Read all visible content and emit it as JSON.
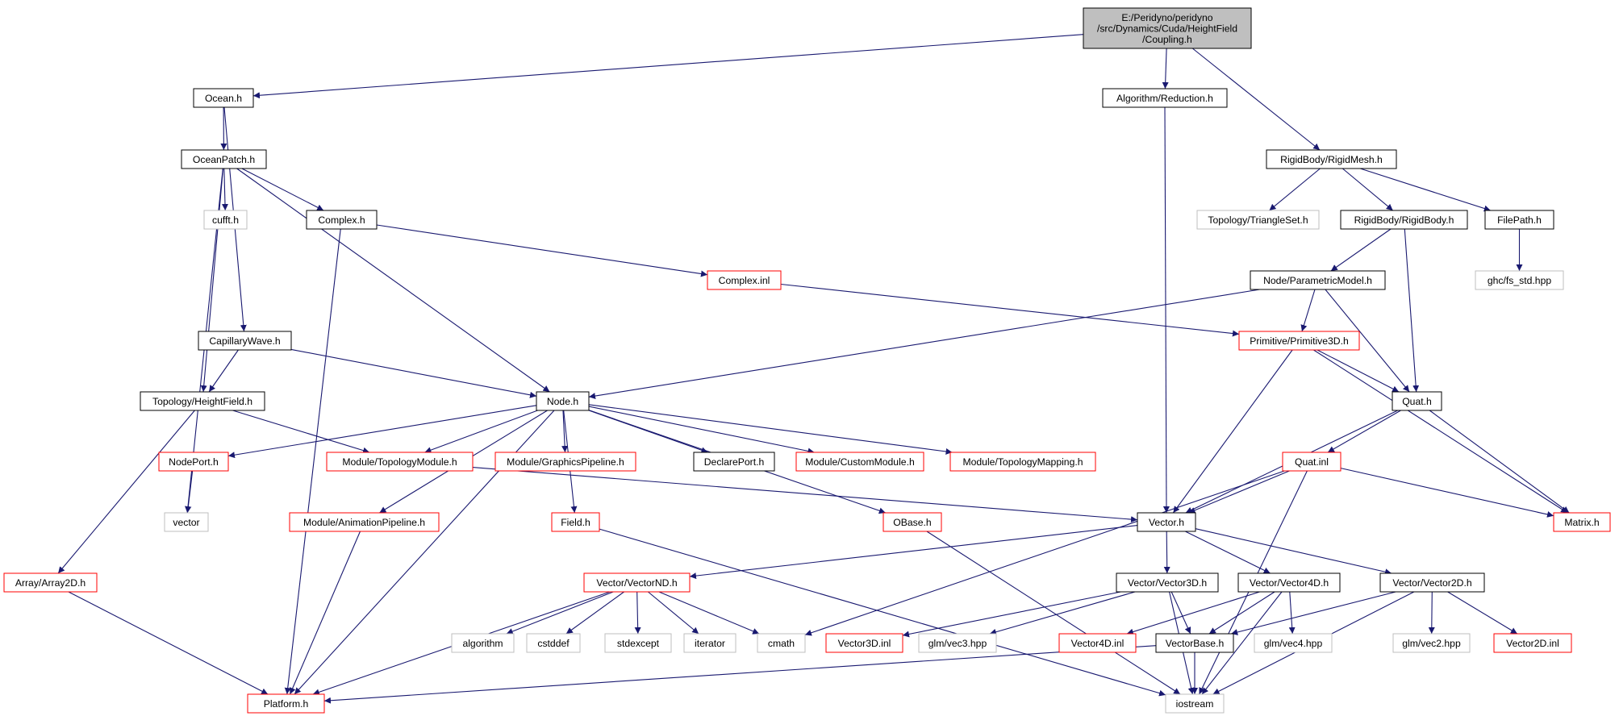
{
  "graph": {
    "root": "E:/Peridyno/peridyno/src/Dynamics/Cuda/HeightField/Coupling.h",
    "colors": {
      "edge": "#191970",
      "documented_border": "#000000",
      "partial_border": "#ff0000",
      "external_border": "#bfbfbf",
      "root_fill": "#bfbfbf",
      "node_fill": "#ffffff"
    },
    "nodes": [
      {
        "id": "coupling",
        "label": "E:/Peridyno/peridyno\n/src/Dynamics/Cuda/HeightField\n/Coupling.h",
        "style": "root"
      },
      {
        "id": "ocean",
        "label": "Ocean.h",
        "style": "documented"
      },
      {
        "id": "reduction",
        "label": "Algorithm/Reduction.h",
        "style": "documented"
      },
      {
        "id": "rigidmesh",
        "label": "RigidBody/RigidMesh.h",
        "style": "documented"
      },
      {
        "id": "oceanpatch",
        "label": "OceanPatch.h",
        "style": "documented"
      },
      {
        "id": "cufft",
        "label": "cufft.h",
        "style": "external"
      },
      {
        "id": "complex_h",
        "label": "Complex.h",
        "style": "documented"
      },
      {
        "id": "triangleset",
        "label": "Topology/TriangleSet.h",
        "style": "external"
      },
      {
        "id": "rigidbody",
        "label": "RigidBody/RigidBody.h",
        "style": "documented"
      },
      {
        "id": "filepath",
        "label": "FilePath.h",
        "style": "documented"
      },
      {
        "id": "complex_inl",
        "label": "Complex.inl",
        "style": "partial"
      },
      {
        "id": "ghcfs",
        "label": "ghc/fs_std.hpp",
        "style": "external"
      },
      {
        "id": "parametric",
        "label": "Node/ParametricModel.h",
        "style": "documented"
      },
      {
        "id": "capillary",
        "label": "CapillaryWave.h",
        "style": "documented"
      },
      {
        "id": "primitive3d",
        "label": "Primitive/Primitive3D.h",
        "style": "partial"
      },
      {
        "id": "heightfield",
        "label": "Topology/HeightField.h",
        "style": "documented"
      },
      {
        "id": "node",
        "label": "Node.h",
        "style": "documented"
      },
      {
        "id": "quat_h",
        "label": "Quat.h",
        "style": "documented"
      },
      {
        "id": "nodeport",
        "label": "NodePort.h",
        "style": "partial"
      },
      {
        "id": "topomodule",
        "label": "Module/TopologyModule.h",
        "style": "partial"
      },
      {
        "id": "graphicspipe",
        "label": "Module/GraphicsPipeline.h",
        "style": "partial"
      },
      {
        "id": "declareport",
        "label": "DeclarePort.h",
        "style": "documented"
      },
      {
        "id": "custommodule",
        "label": "Module/CustomModule.h",
        "style": "partial"
      },
      {
        "id": "topomapping",
        "label": "Module/TopologyMapping.h",
        "style": "partial"
      },
      {
        "id": "quat_inl",
        "label": "Quat.inl",
        "style": "partial"
      },
      {
        "id": "vector_std",
        "label": "vector",
        "style": "external"
      },
      {
        "id": "animpipe",
        "label": "Module/AnimationPipeline.h",
        "style": "partial"
      },
      {
        "id": "field",
        "label": "Field.h",
        "style": "partial"
      },
      {
        "id": "obase",
        "label": "OBase.h",
        "style": "partial"
      },
      {
        "id": "vector_h",
        "label": "Vector.h",
        "style": "documented"
      },
      {
        "id": "matrix",
        "label": "Matrix.h",
        "style": "partial"
      },
      {
        "id": "array2d",
        "label": "Array/Array2D.h",
        "style": "partial"
      },
      {
        "id": "vectornd",
        "label": "Vector/VectorND.h",
        "style": "partial"
      },
      {
        "id": "vector3d",
        "label": "Vector/Vector3D.h",
        "style": "documented"
      },
      {
        "id": "vector4d",
        "label": "Vector/Vector4D.h",
        "style": "documented"
      },
      {
        "id": "vector2d",
        "label": "Vector/Vector2D.h",
        "style": "documented"
      },
      {
        "id": "algorithm",
        "label": "algorithm",
        "style": "external"
      },
      {
        "id": "cstddef",
        "label": "cstddef",
        "style": "external"
      },
      {
        "id": "stdexcept",
        "label": "stdexcept",
        "style": "external"
      },
      {
        "id": "iterator",
        "label": "iterator",
        "style": "external"
      },
      {
        "id": "cmath",
        "label": "cmath",
        "style": "external"
      },
      {
        "id": "vector3d_inl",
        "label": "Vector3D.inl",
        "style": "partial"
      },
      {
        "id": "glmvec3",
        "label": "glm/vec3.hpp",
        "style": "external"
      },
      {
        "id": "vector4d_inl",
        "label": "Vector4D.inl",
        "style": "partial"
      },
      {
        "id": "vectorbase",
        "label": "VectorBase.h",
        "style": "documented"
      },
      {
        "id": "glmvec4",
        "label": "glm/vec4.hpp",
        "style": "external"
      },
      {
        "id": "glmvec2",
        "label": "glm/vec2.hpp",
        "style": "external"
      },
      {
        "id": "vector2d_inl",
        "label": "Vector2D.inl",
        "style": "partial"
      },
      {
        "id": "platform",
        "label": "Platform.h",
        "style": "partial"
      },
      {
        "id": "iostream",
        "label": "iostream",
        "style": "external"
      }
    ],
    "edges": [
      [
        "coupling",
        "ocean"
      ],
      [
        "coupling",
        "reduction"
      ],
      [
        "coupling",
        "rigidmesh"
      ],
      [
        "ocean",
        "oceanpatch"
      ],
      [
        "ocean",
        "capillary"
      ],
      [
        "reduction",
        "vector_h"
      ],
      [
        "rigidmesh",
        "triangleset"
      ],
      [
        "rigidmesh",
        "rigidbody"
      ],
      [
        "rigidmesh",
        "filepath"
      ],
      [
        "oceanpatch",
        "cufft"
      ],
      [
        "oceanpatch",
        "complex_h"
      ],
      [
        "oceanpatch",
        "vector_std"
      ],
      [
        "oceanpatch",
        "heightfield"
      ],
      [
        "oceanpatch",
        "node"
      ],
      [
        "complex_h",
        "complex_inl"
      ],
      [
        "complex_h",
        "platform"
      ],
      [
        "complex_inl",
        "primitive3d"
      ],
      [
        "filepath",
        "ghcfs"
      ],
      [
        "rigidbody",
        "parametric"
      ],
      [
        "rigidbody",
        "quat_h"
      ],
      [
        "parametric",
        "node"
      ],
      [
        "parametric",
        "primitive3d"
      ],
      [
        "parametric",
        "quat_h"
      ],
      [
        "capillary",
        "heightfield"
      ],
      [
        "capillary",
        "node"
      ],
      [
        "heightfield",
        "topomodule"
      ],
      [
        "heightfield",
        "array2d"
      ],
      [
        "node",
        "nodeport"
      ],
      [
        "node",
        "topomodule"
      ],
      [
        "node",
        "graphicspipe"
      ],
      [
        "node",
        "declareport"
      ],
      [
        "node",
        "custommodule"
      ],
      [
        "node",
        "topomapping"
      ],
      [
        "node",
        "animpipe"
      ],
      [
        "node",
        "field"
      ],
      [
        "node",
        "obase"
      ],
      [
        "node",
        "platform"
      ],
      [
        "primitive3d",
        "quat_h"
      ],
      [
        "primitive3d",
        "vector_h"
      ],
      [
        "primitive3d",
        "matrix"
      ],
      [
        "quat_h",
        "quat_inl"
      ],
      [
        "quat_h",
        "vector_h"
      ],
      [
        "quat_h",
        "matrix"
      ],
      [
        "quat_inl",
        "vector_h"
      ],
      [
        "quat_inl",
        "matrix"
      ],
      [
        "quat_inl",
        "cmath"
      ],
      [
        "quat_inl",
        "iostream"
      ],
      [
        "nodeport",
        "vector_std"
      ],
      [
        "topomodule",
        "vector_h"
      ],
      [
        "animpipe",
        "platform"
      ],
      [
        "field",
        "iostream"
      ],
      [
        "obase",
        "iostream"
      ],
      [
        "vector_h",
        "vectornd"
      ],
      [
        "vector_h",
        "vector3d"
      ],
      [
        "vector_h",
        "vector4d"
      ],
      [
        "vector_h",
        "vector2d"
      ],
      [
        "array2d",
        "platform"
      ],
      [
        "vectornd",
        "algorithm"
      ],
      [
        "vectornd",
        "cstddef"
      ],
      [
        "vectornd",
        "stdexcept"
      ],
      [
        "vectornd",
        "iterator"
      ],
      [
        "vectornd",
        "cmath"
      ],
      [
        "vectornd",
        "platform"
      ],
      [
        "vector3d",
        "vector3d_inl"
      ],
      [
        "vector3d",
        "glmvec3"
      ],
      [
        "vector3d",
        "vectorbase"
      ],
      [
        "vector3d",
        "iostream"
      ],
      [
        "vector4d",
        "vector4d_inl"
      ],
      [
        "vector4d",
        "vectorbase"
      ],
      [
        "vector4d",
        "glmvec4"
      ],
      [
        "vector4d",
        "iostream"
      ],
      [
        "vector2d",
        "vectorbase"
      ],
      [
        "vector2d",
        "glmvec2"
      ],
      [
        "vector2d",
        "vector2d_inl"
      ],
      [
        "vector2d",
        "iostream"
      ],
      [
        "vectorbase",
        "platform"
      ],
      [
        "vectorbase",
        "iostream"
      ]
    ]
  }
}
